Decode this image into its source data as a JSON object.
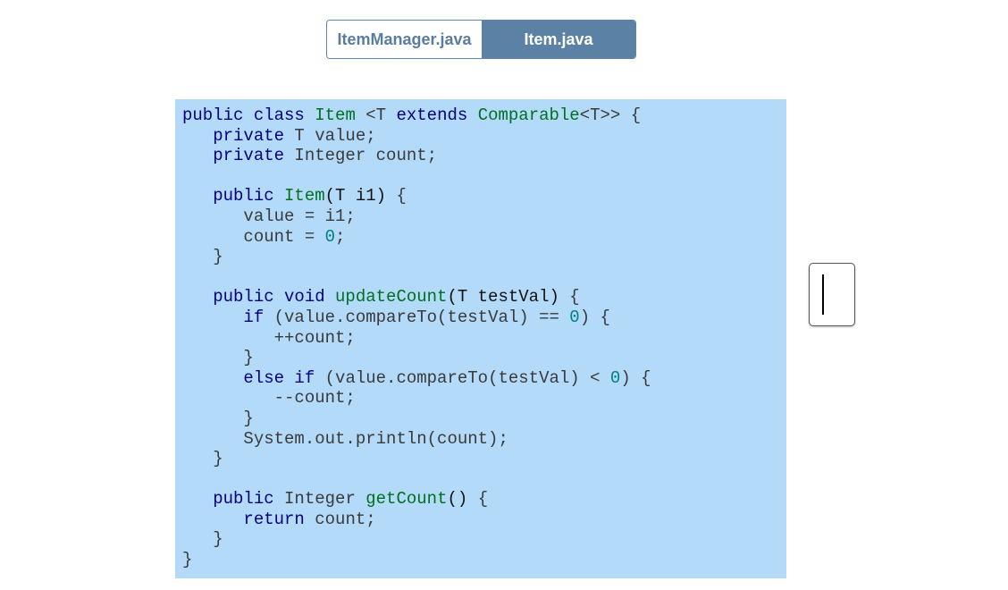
{
  "tabs": [
    {
      "label": "ItemManager.java",
      "active": false
    },
    {
      "label": "Item.java",
      "active": true
    }
  ],
  "colors": {
    "tab_active_bg": "#5b81a5",
    "tab_inactive_text": "#5a7d9d",
    "code_panel_bg": "#b3daf9",
    "keyword": "#00007f",
    "class_name": "#007020",
    "number": "#008080"
  },
  "code_lines": [
    [
      {
        "t": "public class ",
        "c": "kw"
      },
      {
        "t": "Item ",
        "c": "cls"
      },
      {
        "t": "<T ",
        "c": "txt"
      },
      {
        "t": "extends ",
        "c": "kw"
      },
      {
        "t": "Comparable",
        "c": "cls"
      },
      {
        "t": "<T>> {",
        "c": "txt"
      }
    ],
    [
      {
        "t": "   private ",
        "c": "kw"
      },
      {
        "t": "T value;",
        "c": "txt"
      }
    ],
    [
      {
        "t": "   private ",
        "c": "kw"
      },
      {
        "t": "Integer count;",
        "c": "txt"
      }
    ],
    [],
    [
      {
        "t": "   public ",
        "c": "kw"
      },
      {
        "t": "Item",
        "c": "cls"
      },
      {
        "t": "(T i1) ",
        "c": "blk"
      },
      {
        "t": "{",
        "c": "txt"
      }
    ],
    [
      {
        "t": "      value = i1;",
        "c": "txt"
      }
    ],
    [
      {
        "t": "      count = ",
        "c": "txt"
      },
      {
        "t": "0",
        "c": "num"
      },
      {
        "t": ";",
        "c": "txt"
      }
    ],
    [
      {
        "t": "   }",
        "c": "txt"
      }
    ],
    [],
    [
      {
        "t": "   public void ",
        "c": "kw"
      },
      {
        "t": "updateCount",
        "c": "cls"
      },
      {
        "t": "(T testVal) ",
        "c": "blk"
      },
      {
        "t": "{",
        "c": "txt"
      }
    ],
    [
      {
        "t": "      if ",
        "c": "kw"
      },
      {
        "t": "(value.compareTo(testVal) == ",
        "c": "txt"
      },
      {
        "t": "0",
        "c": "num"
      },
      {
        "t": ") {",
        "c": "txt"
      }
    ],
    [
      {
        "t": "         ++count;",
        "c": "txt"
      }
    ],
    [
      {
        "t": "      }",
        "c": "txt"
      }
    ],
    [
      {
        "t": "      else if ",
        "c": "kw"
      },
      {
        "t": "(value.compareTo(testVal) < ",
        "c": "txt"
      },
      {
        "t": "0",
        "c": "num"
      },
      {
        "t": ") {",
        "c": "txt"
      }
    ],
    [
      {
        "t": "         --count;",
        "c": "txt"
      }
    ],
    [
      {
        "t": "      }",
        "c": "txt"
      }
    ],
    [
      {
        "t": "      System.out.println(count);",
        "c": "txt"
      }
    ],
    [
      {
        "t": "   }",
        "c": "txt"
      }
    ],
    [],
    [
      {
        "t": "   public ",
        "c": "kw"
      },
      {
        "t": "Integer ",
        "c": "txt"
      },
      {
        "t": "getCount",
        "c": "cls"
      },
      {
        "t": "() ",
        "c": "blk"
      },
      {
        "t": "{",
        "c": "txt"
      }
    ],
    [
      {
        "t": "      return ",
        "c": "kw"
      },
      {
        "t": "count;",
        "c": "txt"
      }
    ],
    [
      {
        "t": "   }",
        "c": "txt"
      }
    ],
    [
      {
        "t": "}",
        "c": "txt"
      }
    ]
  ],
  "answer": {
    "value": ""
  }
}
